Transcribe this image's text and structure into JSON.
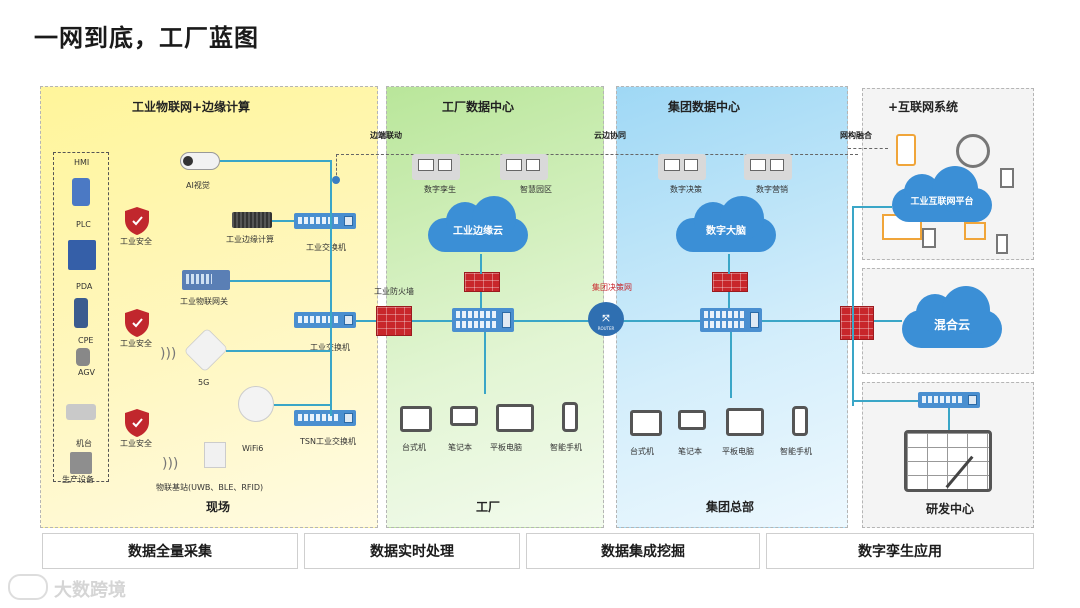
{
  "title": "一网到底，工厂蓝图",
  "zones": {
    "field": {
      "head": "工业物联网+边缘计算",
      "foot": "现场"
    },
    "factory": {
      "head": "工厂数据中心",
      "foot": "工厂"
    },
    "group": {
      "head": "集团数据中心",
      "foot": "集团总部"
    },
    "internet": {
      "head": "+互联网系统"
    },
    "rd": {
      "foot": "研发中心"
    }
  },
  "links": {
    "edge_collab": "边端联动",
    "cloud_edge": "云边协同",
    "hetero": "网构融合"
  },
  "field_devices": [
    "HMI",
    "PLC",
    "PDA",
    "CPE",
    "AGV",
    "机台",
    "生产设备"
  ],
  "field_items": {
    "ai_vision": "AI视觉",
    "edge_compute": "工业边缘计算",
    "iot_gateway": "工业物联网关",
    "switch1": "工业交换机",
    "switch2": "工业交换机",
    "switch3": "TSN工业交换机",
    "security1": "工业安全",
    "security2": "工业安全",
    "security3": "工业安全",
    "fiveg": "5G",
    "wifi6": "WiFi6",
    "iot_base": "物联基站(UWB、BLE、RFID)",
    "firewall": "工业防火墙"
  },
  "factory_items": {
    "twin": "数字孪生",
    "park": "智慧园区",
    "cloud": "工业边缘云",
    "terminals": [
      "台式机",
      "笔记本",
      "平板电脑",
      "智能手机"
    ]
  },
  "group_items": {
    "decision": "数字决策",
    "marketing": "数字营销",
    "cloud": "数字大脑",
    "router_label": "集团决策网",
    "router_text": "ROUTER",
    "terminals": [
      "台式机",
      "笔记本",
      "平板电脑",
      "智能手机"
    ]
  },
  "internet_items": {
    "platform": "工业互联网平台"
  },
  "hybrid_items": {
    "cloud": "混合云"
  },
  "bottom": [
    "数据全量采集",
    "数据实时处理",
    "数据集成挖掘",
    "数字孪生应用"
  ],
  "watermark": "大数跨境",
  "colors": {
    "accent_blue": "#3b8fd6",
    "firewall_red": "#c8262b",
    "line": "#3aa6c7"
  }
}
